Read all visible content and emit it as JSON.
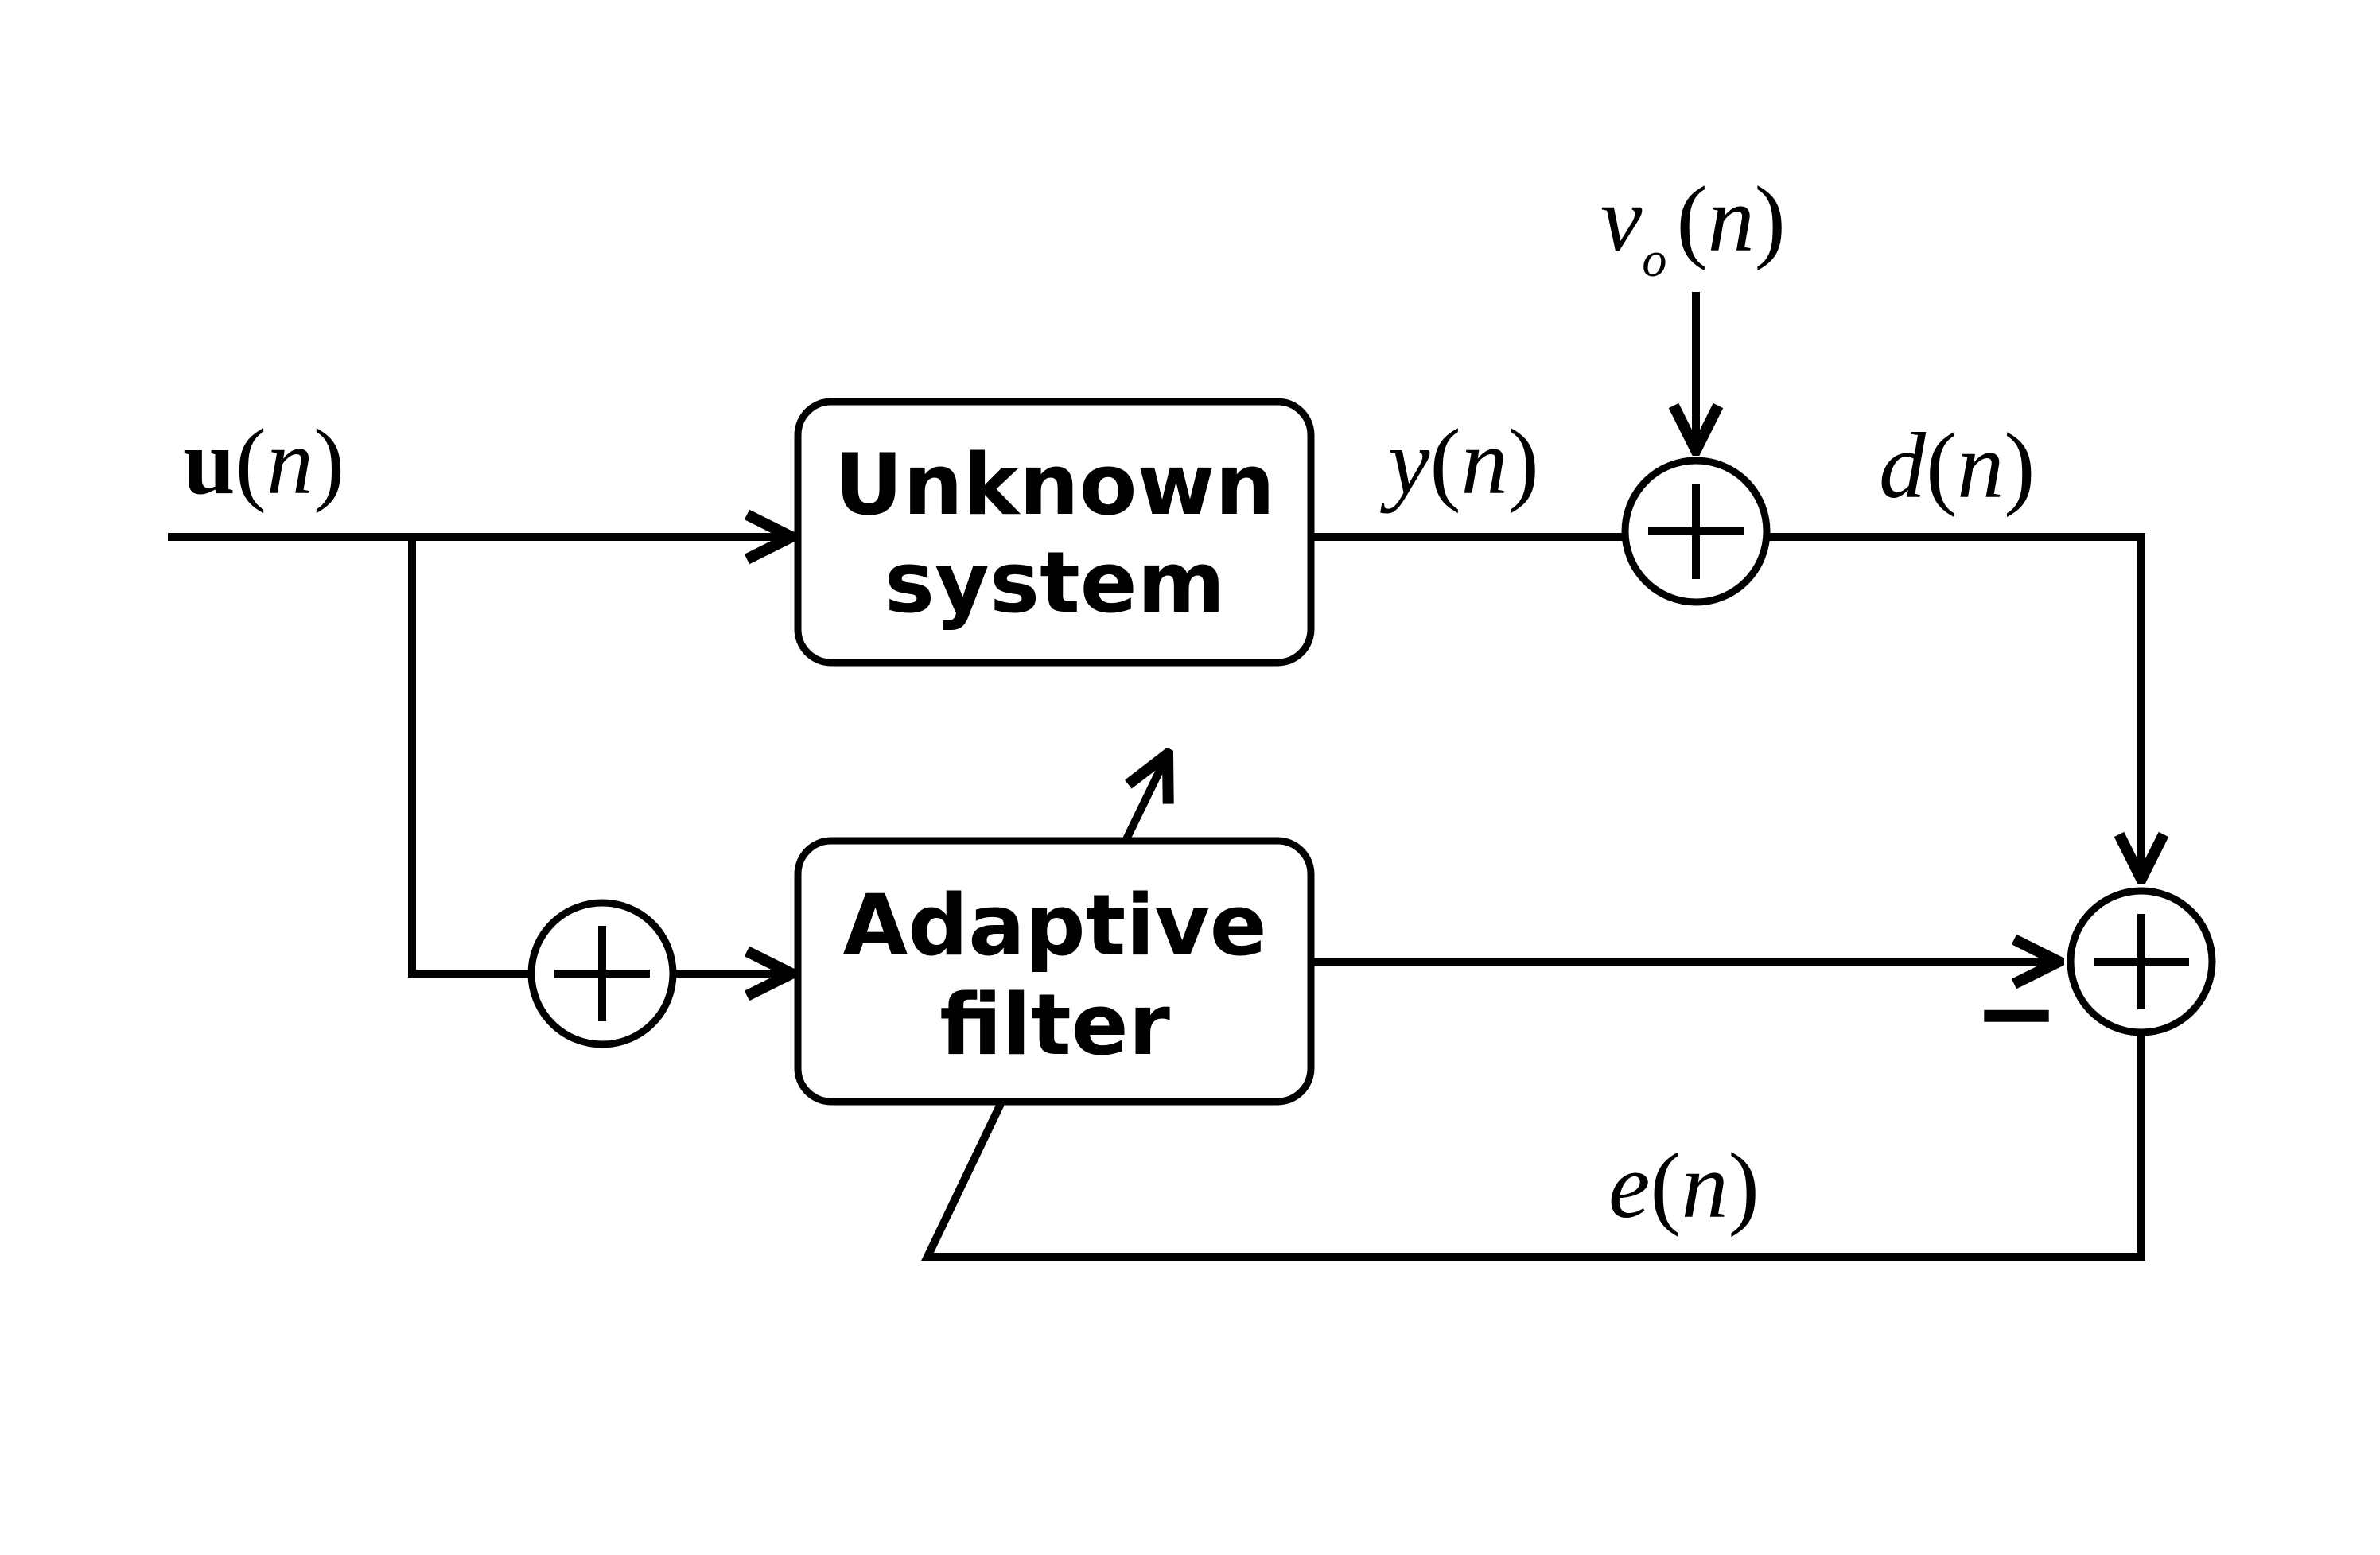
{
  "blocks": {
    "unknown_system": {
      "line1": "Unknown",
      "line2": "system"
    },
    "adaptive_filter": {
      "line1": "Adaptive",
      "line2": "filter"
    }
  },
  "signals": {
    "input": {
      "bold": "u",
      "paren_open": "(",
      "var": "n",
      "paren_close": ")"
    },
    "output": {
      "name": "y",
      "paren_open": "(",
      "var": "n",
      "paren_close": ")"
    },
    "noise": {
      "name": "v",
      "sub": "o",
      "paren_open": "(",
      "var": "n",
      "paren_close": ")"
    },
    "desired": {
      "name": "d",
      "paren_open": "(",
      "var": "n",
      "paren_close": ")"
    },
    "error": {
      "name": "e",
      "paren_open": "(",
      "var": "n",
      "paren_close": ")"
    }
  },
  "sign_labels": {
    "minus": "−"
  }
}
